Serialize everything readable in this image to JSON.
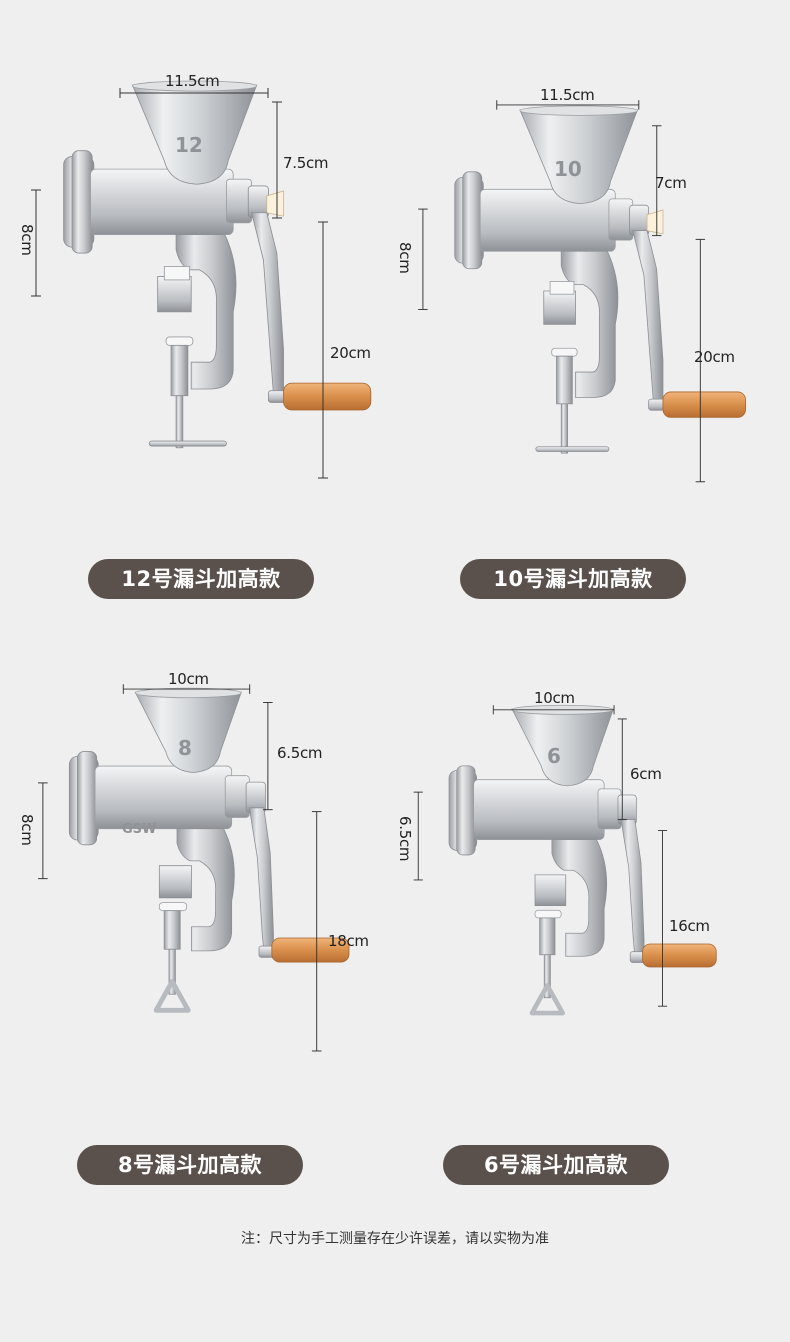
{
  "products": [
    {
      "funnel_number": "12",
      "width_label": "11.5cm",
      "funnel_height_label": "7.5cm",
      "body_height_label": "8cm",
      "crank_label": "20cm",
      "title": "12号漏斗加高款"
    },
    {
      "funnel_number": "10",
      "width_label": "11.5cm",
      "funnel_height_label": "7cm",
      "body_height_label": "8cm",
      "crank_label": "20cm",
      "title": "10号漏斗加高款"
    },
    {
      "funnel_number": "8",
      "brand_mark": "GSW",
      "width_label": "10cm",
      "funnel_height_label": "6.5cm",
      "body_height_label": "8cm",
      "crank_label": "18cm",
      "title": "8号漏斗加高款"
    },
    {
      "funnel_number": "6",
      "width_label": "10cm",
      "funnel_height_label": "6cm",
      "body_height_label": "6.5cm",
      "crank_label": "16cm",
      "title": "6号漏斗加高款"
    }
  ],
  "footnote": "注：尺寸为手工测量存在少许误差，请以实物为准",
  "colors": {
    "background": "#efefef",
    "pill": "#5a504c",
    "pill_text": "#ffffff",
    "metal_light": "#e6e7e9",
    "metal_dark": "#9a9da2",
    "wood": "#d9904a"
  }
}
